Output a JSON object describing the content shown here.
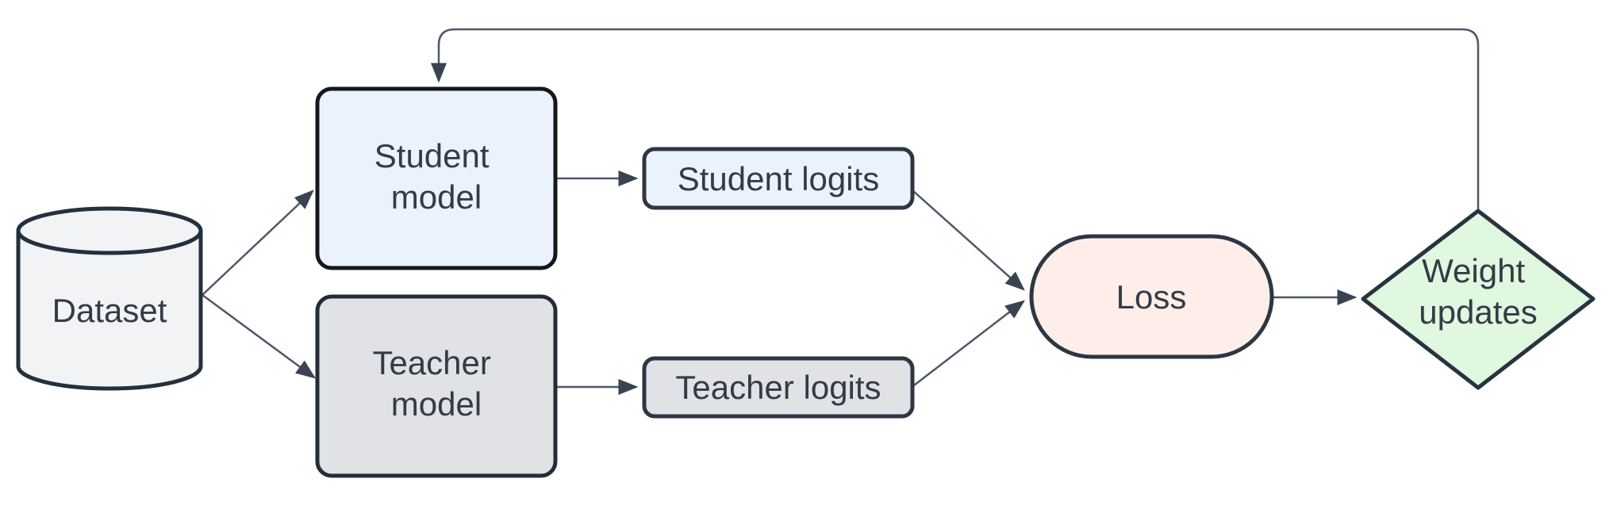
{
  "diagram": {
    "nodes": {
      "dataset": {
        "label": "Dataset",
        "shape": "cylinder"
      },
      "student_model": {
        "line1": "Student",
        "line2": "model",
        "shape": "rounded-rectangle"
      },
      "teacher_model": {
        "line1": "Teacher",
        "line2": "model",
        "shape": "rounded-rectangle"
      },
      "student_logits": {
        "label": "Student logits",
        "shape": "rounded-rectangle"
      },
      "teacher_logits": {
        "label": "Teacher logits",
        "shape": "rounded-rectangle"
      },
      "loss": {
        "label": "Loss",
        "shape": "stadium"
      },
      "weight_updates": {
        "line1": "Weight",
        "line2": "updates",
        "shape": "diamond"
      }
    },
    "edges": [
      {
        "from": "dataset",
        "to": "student_model"
      },
      {
        "from": "dataset",
        "to": "teacher_model"
      },
      {
        "from": "student_model",
        "to": "student_logits"
      },
      {
        "from": "teacher_model",
        "to": "teacher_logits"
      },
      {
        "from": "student_logits",
        "to": "loss"
      },
      {
        "from": "teacher_logits",
        "to": "loss"
      },
      {
        "from": "loss",
        "to": "weight_updates"
      },
      {
        "from": "weight_updates",
        "to": "student_model",
        "note": "feedback loop"
      }
    ]
  },
  "colors": {
    "background": "#ffffff",
    "text": "#343b46",
    "connector": "#4d5869",
    "arrowhead": "#3a4350",
    "dataset_fill": "#f2f3f5",
    "dataset_stroke": "#23303e",
    "student_fill": "#ebf2fc",
    "student_stroke": "#14171c",
    "teacher_fill": "#e0e2e6",
    "teacher_stroke": "#242c37",
    "student_logits_fill": "#ebf2fc",
    "student_logits_stroke": "#2d3642",
    "teacher_logits_fill": "#e0e2e6",
    "teacher_logits_stroke": "#2d3642",
    "loss_fill": "#fdeeea",
    "loss_stroke": "#2d3642",
    "weight_fill": "#e0f7e0",
    "weight_stroke": "#273440"
  }
}
